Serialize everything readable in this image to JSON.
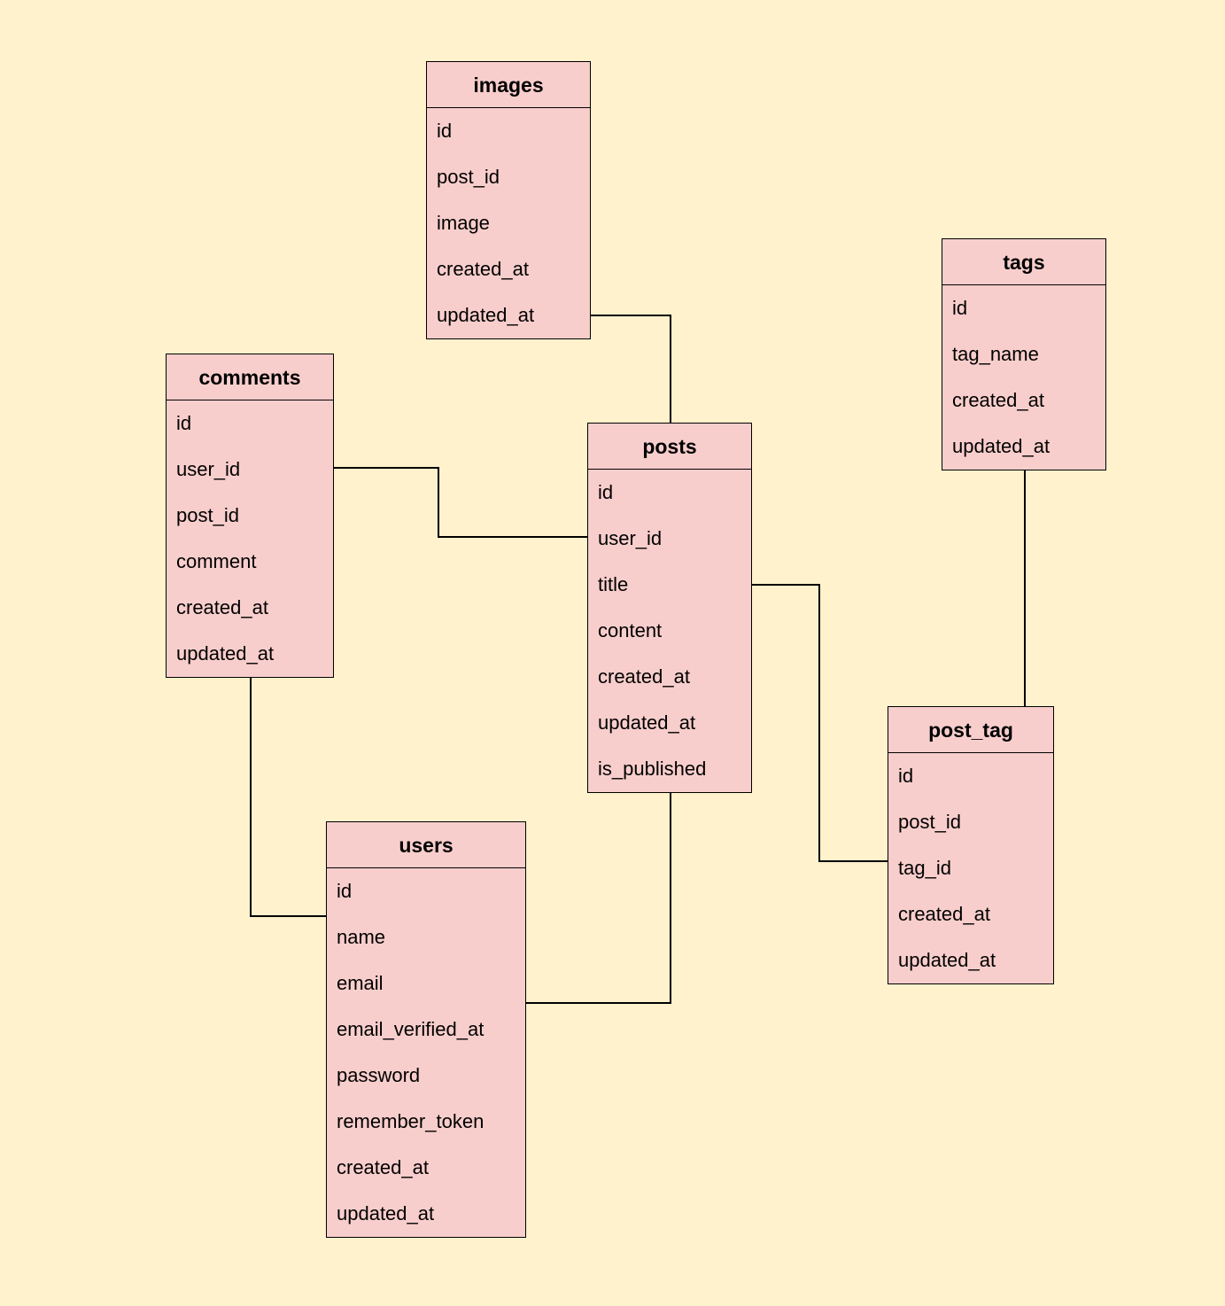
{
  "diagram": {
    "background": "#fff2cc",
    "entity_fill": "#f8cecc",
    "line_color": "#000000",
    "entities": {
      "images": {
        "title": "images",
        "fields": [
          "id",
          "post_id",
          "image",
          "created_at",
          "updated_at"
        ]
      },
      "tags": {
        "title": "tags",
        "fields": [
          "id",
          "tag_name",
          "created_at",
          "updated_at"
        ]
      },
      "comments": {
        "title": "comments",
        "fields": [
          "id",
          "user_id",
          "post_id",
          "comment",
          "created_at",
          "updated_at"
        ]
      },
      "posts": {
        "title": "posts",
        "fields": [
          "id",
          "user_id",
          "title",
          "content",
          "created_at",
          "updated_at",
          "is_published"
        ]
      },
      "post_tag": {
        "title": "post_tag",
        "fields": [
          "id",
          "post_id",
          "tag_id",
          "created_at",
          "updated_at"
        ]
      },
      "users": {
        "title": "users",
        "fields": [
          "id",
          "name",
          "email",
          "email_verified_at",
          "password",
          "remember_token",
          "created_at",
          "updated_at"
        ]
      }
    },
    "relationships": [
      {
        "from": "images.updated_at",
        "to": "posts"
      },
      {
        "from": "comments.user_id",
        "to": "posts.user_id"
      },
      {
        "from": "posts.title",
        "to": "post_tag.tag_id"
      },
      {
        "from": "tags",
        "to": "post_tag"
      },
      {
        "from": "comments",
        "to": "users.id"
      },
      {
        "from": "posts",
        "to": "users.email_verified_at"
      }
    ]
  }
}
